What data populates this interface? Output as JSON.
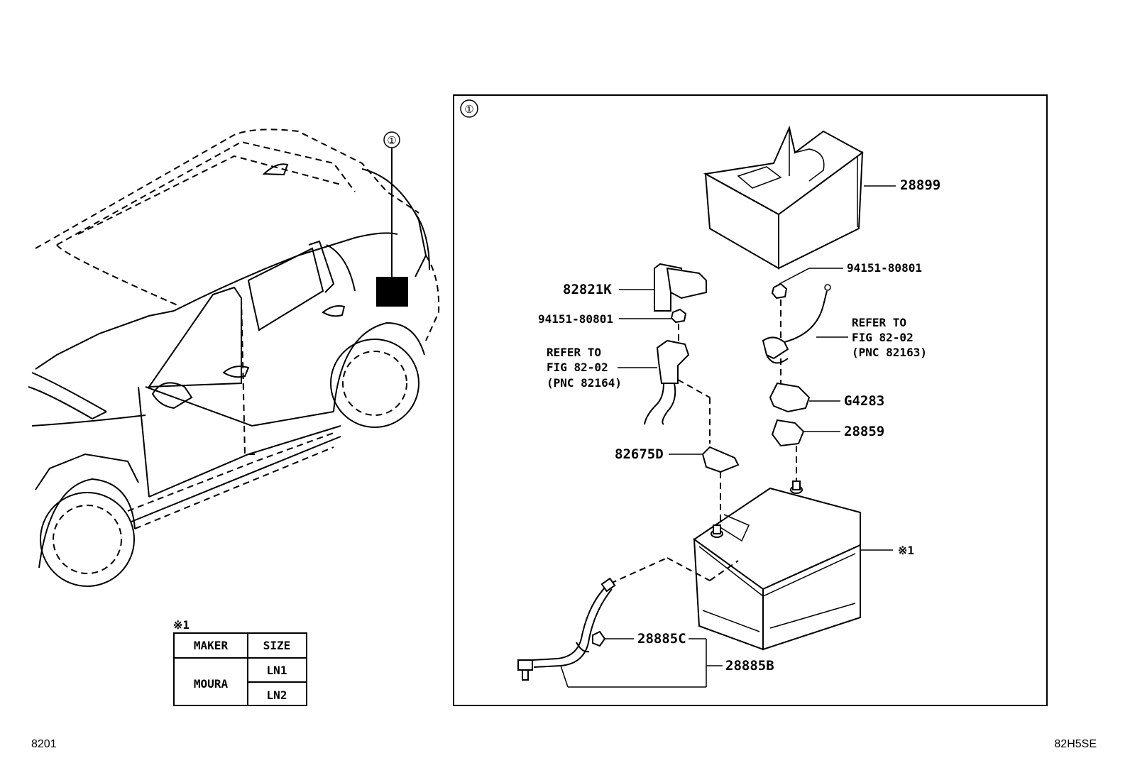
{
  "detail_marker": "①",
  "callouts": {
    "c28899": "28899",
    "c94151_top": "94151-80801",
    "c82821k": "82821K",
    "c94151_left": "94151-80801",
    "refer_right": [
      "REFER TO",
      "FIG 82-02",
      "(PNC 82163)"
    ],
    "refer_left": [
      "REFER TO",
      "FIG 82-02",
      "(PNC 82164)"
    ],
    "g4283": "G4283",
    "c28859": "28859",
    "c82675d": "82675D",
    "battery_note": "※1",
    "c28885c": "28885C",
    "c28885b": "28885B"
  },
  "table": {
    "note": "※1",
    "headers": [
      "MAKER",
      "SIZE"
    ],
    "maker": "MOURA",
    "sizes": [
      "LN1",
      "LN2"
    ]
  },
  "footer": {
    "left": "8201",
    "right": "82H5SE"
  }
}
